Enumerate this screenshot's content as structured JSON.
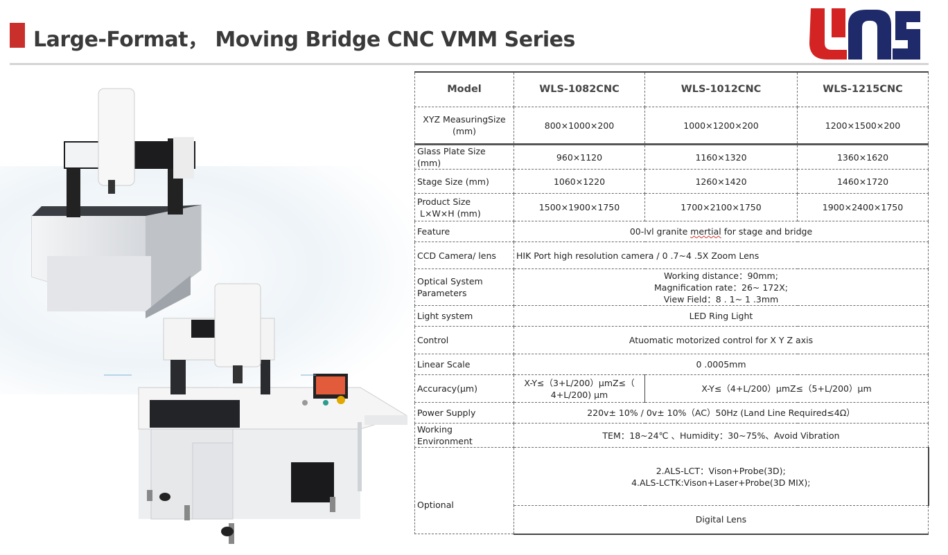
{
  "header": {
    "title": "Large-Format，  Moving Bridge CNC VMM Series",
    "logo_text": "WLS",
    "logo_colors": {
      "red": "#d42323",
      "navy": "#1f2a6b"
    },
    "accent": "#c9302c"
  },
  "table": {
    "headers": [
      "Model",
      "WLS-1082CNC",
      "WLS-1012CNC",
      "WLS-1215CNC"
    ],
    "measuring_size": {
      "label": "XYZ MeasuringSize (mm)",
      "values": [
        "800×1000×200",
        "1000×1200×200",
        "1200×1500×200"
      ]
    },
    "glass_plate": {
      "label": "Glass Plate Size (mm)",
      "values": [
        "960×1120",
        "1160×1320",
        "1360×1620"
      ]
    },
    "stage_size": {
      "label": "Stage Size (mm)",
      "values": [
        "1060×1220",
        "1260×1420",
        "1460×1720"
      ]
    },
    "product_size": {
      "label_line1": "Product Size",
      "label_line2": "L×W×H (mm)",
      "values": [
        "1500×1900×1750",
        "1700×2100×1750",
        "1900×2400×1750"
      ]
    },
    "feature": {
      "label": "Feature",
      "value_pre": "00-lvl granite ",
      "value_err": "mertial",
      "value_post": " for stage and bridge"
    },
    "ccd": {
      "label": "CCD Camera/ lens",
      "value": "HIK Port high resolution camera / 0 .7~4 .5X Zoom Lens"
    },
    "optical": {
      "label_line1": "Optical System",
      "label_line2": "Parameters",
      "line1": "Working distance：90mm;",
      "line2": "Magnification rate：26~ 172X;",
      "line3": "View Field：8 . 1~ 1 .3mm"
    },
    "light": {
      "label": "Light system",
      "value": "LED Ring Light"
    },
    "control": {
      "label": "Control",
      "value": "Atuomatic motorized control for X Y Z axis"
    },
    "linear": {
      "label": "Linear Scale",
      "value": "0 .0005mm"
    },
    "accuracy": {
      "label": "Accuracy(μm)",
      "value_a_line1": "X-Y≤（3+L/200）μmZ≤（",
      "value_a_line2": "4+L/200) μm",
      "value_b": "X-Y≤（4+L/200）μmZ≤（5+L/200）μm"
    },
    "power": {
      "label": "Power Supply",
      "value": "220v± 10% / 0v± 10%（AC）50Hz (Land Line Required≤4Ω）"
    },
    "environment": {
      "label_line1": "Working",
      "label_line2": "Environment",
      "value": "TEM：18~24℃ 、Humidity：30~75%、Avoid Vibration"
    },
    "optional": {
      "label": "Optional",
      "line1": "2.ALS-LCT：Vison+Probe(3D);",
      "line2": "4.ALS-LCTK:Vison+Laser+Probe(3D MIX);",
      "line3": "Digital Lens"
    }
  }
}
